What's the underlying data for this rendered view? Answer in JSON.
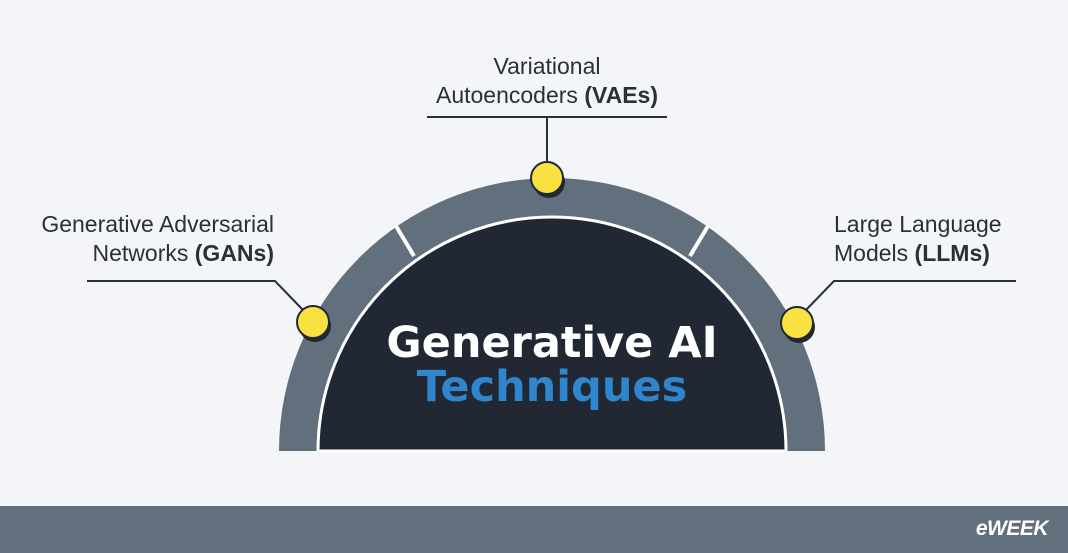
{
  "diagram": {
    "title_line1": "Generative AI",
    "title_line2": "Techniques",
    "nodes": [
      {
        "id": "vae",
        "text": "Variational",
        "text2": "Autoencoders",
        "abbr": "(VAEs)"
      },
      {
        "id": "gan",
        "text": "Generative Adversarial",
        "text2": "Networks",
        "abbr": "(GANs)"
      },
      {
        "id": "llm",
        "text": "Large Language",
        "text2": "Models",
        "abbr": "(LLMs)"
      }
    ]
  },
  "colors": {
    "background": "#f4f5f9",
    "arc_gray": "#626f7d",
    "dome_dark": "#222833",
    "accent_blue": "#2f86cc",
    "node_yellow": "#f8e141",
    "connector": "#2a2f3a"
  },
  "footer": {
    "brand": "eWEEK"
  }
}
